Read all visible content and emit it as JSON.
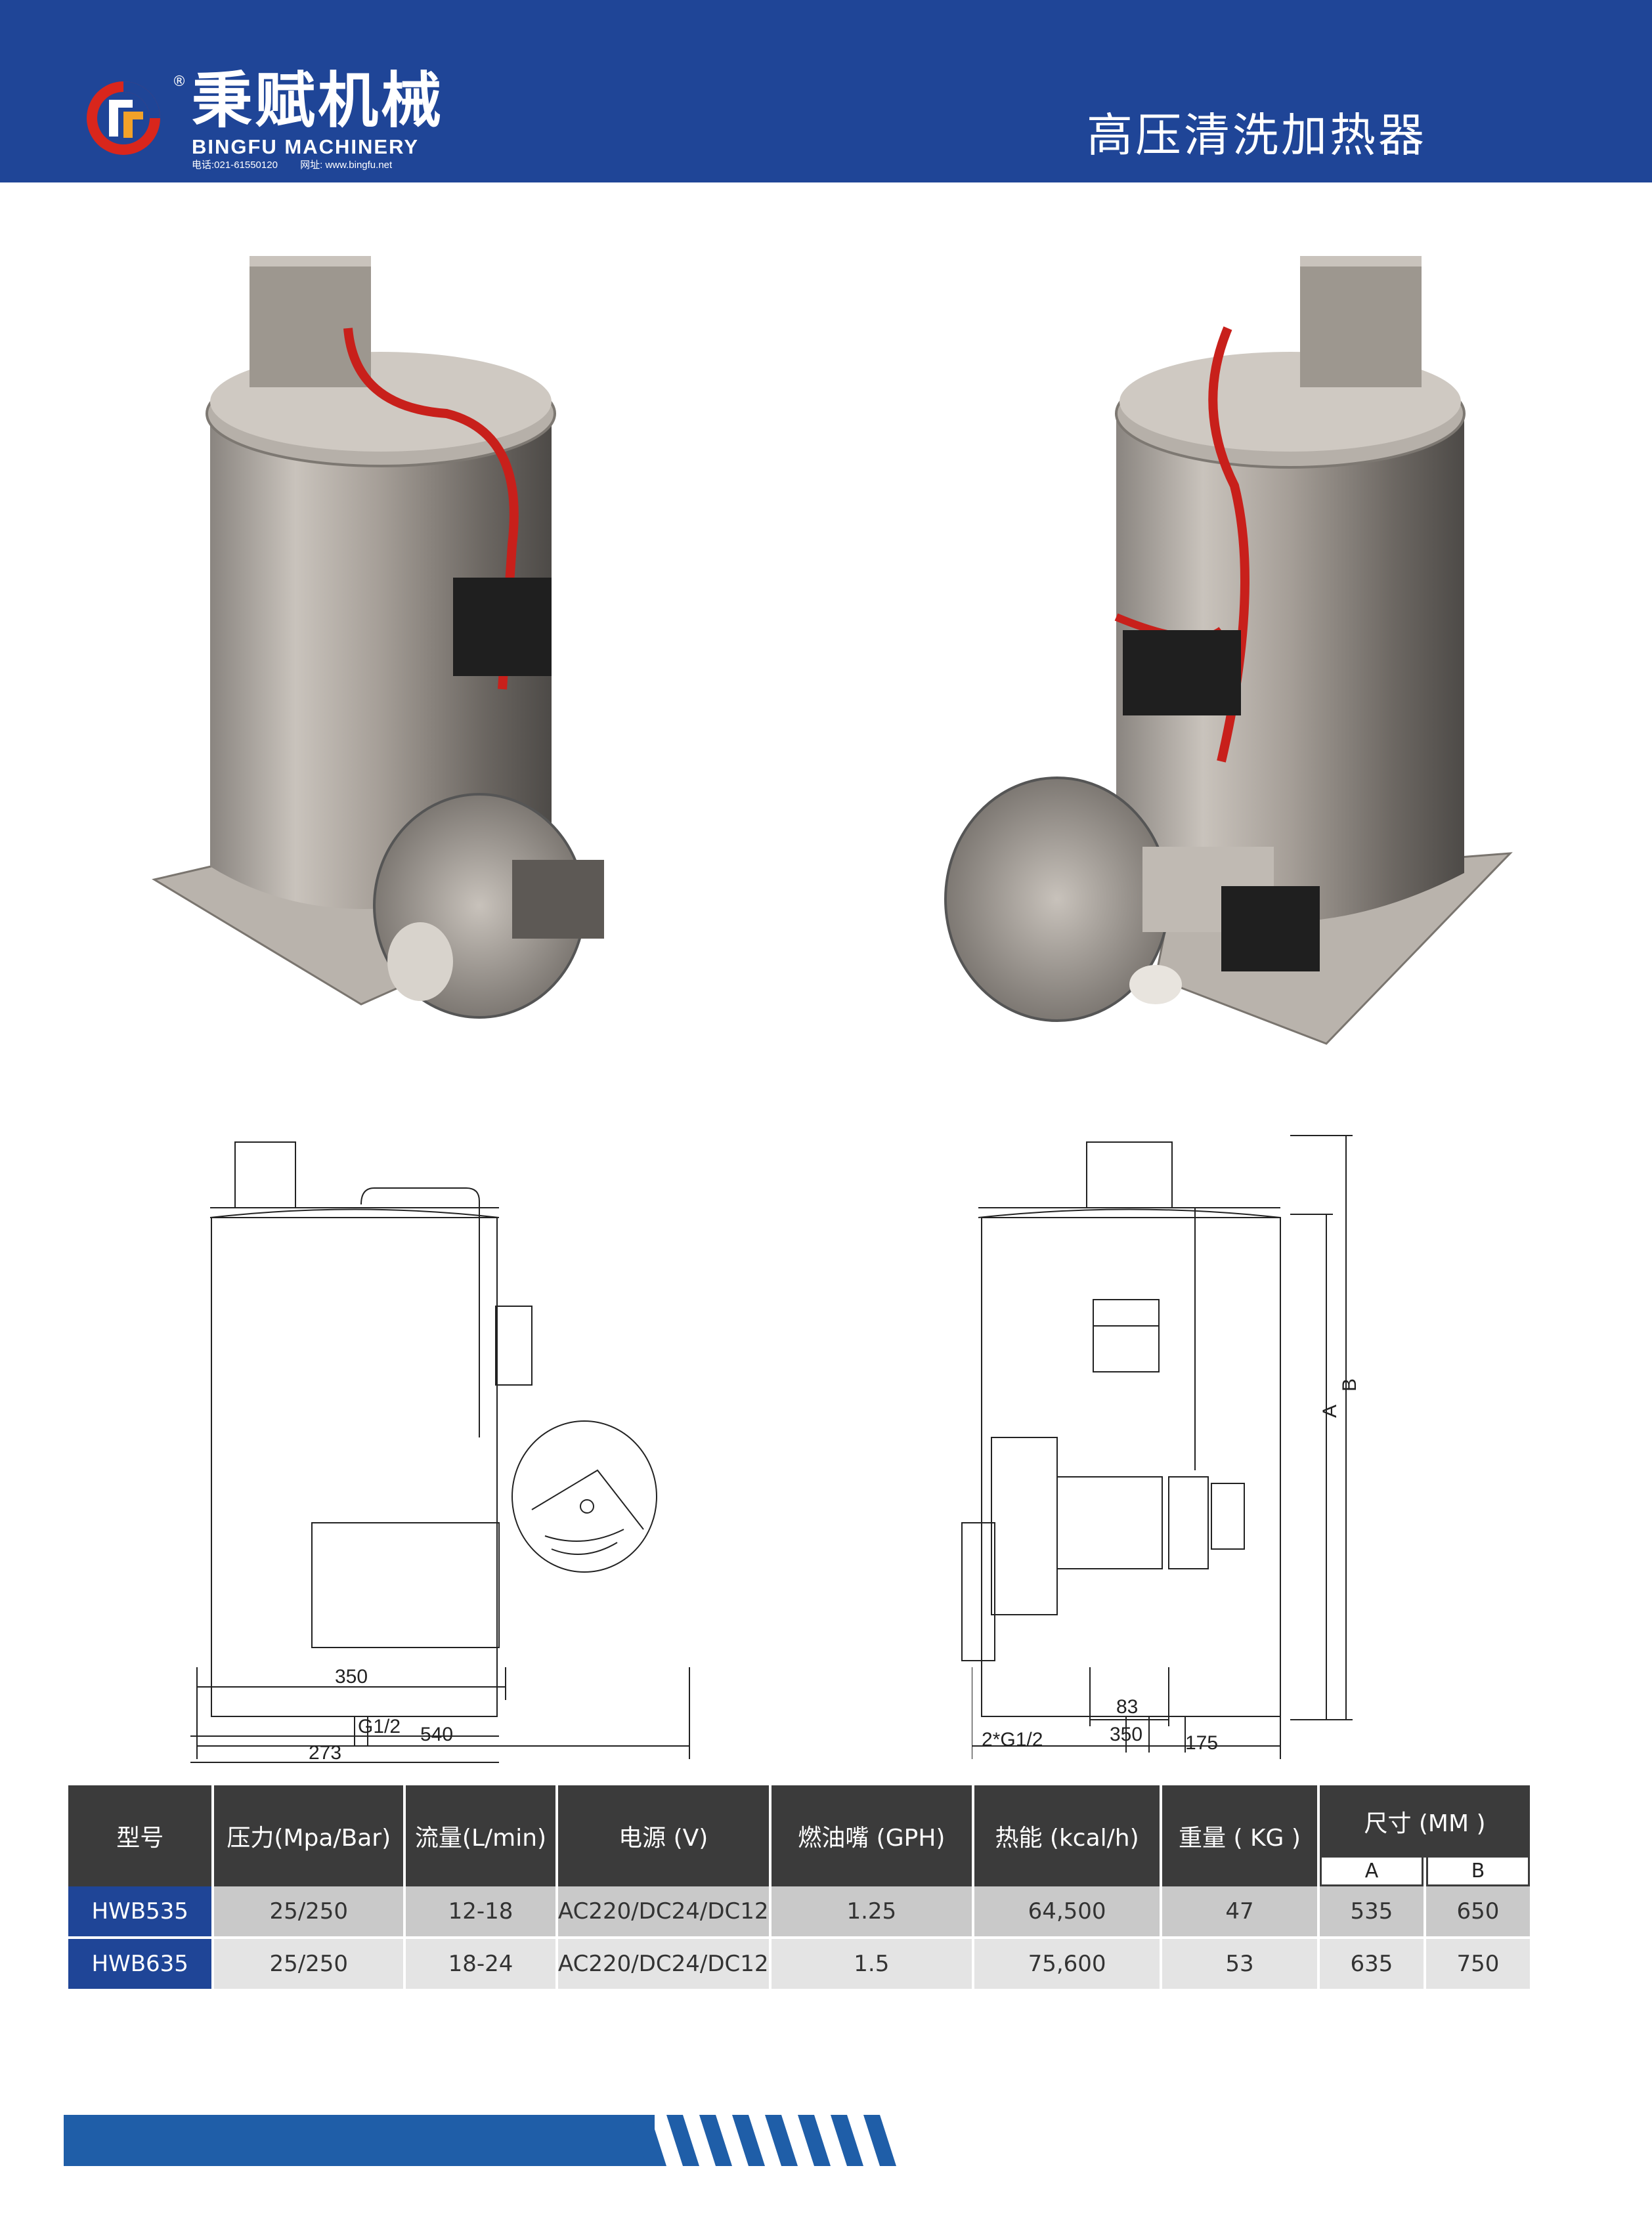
{
  "header": {
    "brand_cn": "秉赋机械",
    "brand_en": "BINGFU MACHINERY",
    "registered": "®",
    "phone": "电话:021-61550120",
    "website": "网址: www.bingfu.net",
    "page_title": "高压清洗加热器",
    "colors": {
      "header_bg": "#1f4597",
      "logo_red": "#d9261c"
    }
  },
  "drawings": {
    "left": {
      "thread": "G1/2",
      "dim1": "273",
      "dim2": "350",
      "dim3": "540"
    },
    "right": {
      "thread": "2*G1/2",
      "dim1": "175",
      "dim2": "83",
      "dim3": "350",
      "label_a": "A",
      "label_b": "B"
    }
  },
  "table": {
    "headers": [
      "型号",
      "压力(Mpa/Bar)",
      "流量(L/min)",
      "电源 (V)",
      "燃油嘴 (GPH)",
      "热能 (kcal/h)",
      "重量 ( KG )",
      "尺寸 (MM )"
    ],
    "dim_sub": [
      "A",
      "B"
    ],
    "rows": [
      [
        "HWB535",
        "25/250",
        "12-18",
        "AC220/DC24/DC12",
        "1.25",
        "64,500",
        "47",
        "535",
        "650"
      ],
      [
        "HWB635",
        "25/250",
        "18-24",
        "AC220/DC24/DC12",
        "1.5",
        "75,600",
        "53",
        "635",
        "750"
      ]
    ]
  }
}
